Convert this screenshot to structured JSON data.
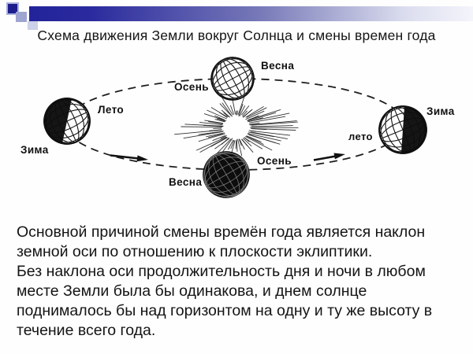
{
  "slide": {
    "title": "Схема движения Земли вокруг Солнца и смены времен года",
    "body_lines": [
      "Основной причиной смены времён года является наклон",
      "земной оси по отношению к плоскости эклиптики.",
      "Без наклона оси продолжительность дня и ночи в любом",
      "месте Земли была бы одинакова, и днем солнце",
      "поднималось бы над горизонтом на одну и ту же высоту в",
      "течение всего года."
    ]
  },
  "diagram": {
    "description_names": {
      "sun": "sun-icon",
      "orbit": "earth-orbit-ellipse"
    },
    "orbit_labels": {
      "autumn_top": "Осень",
      "spring_top": "Весна",
      "summer_left": "Лето",
      "winter_left": "Зима",
      "winter_right": "Зима",
      "summer_right": "лето",
      "autumn_bottom": "Осень",
      "spring_bottom": "Весна"
    }
  },
  "theme": {
    "header_bar_gradient_start": "#23239a",
    "header_bar_gradient_end": "#f4f4fb",
    "header_square_dark": "#1d1d8e",
    "header_square_mid": "#9fa5d1",
    "header_square_light": "#ccd0e8",
    "ink_color": "#141414",
    "background": "#fefefe"
  }
}
